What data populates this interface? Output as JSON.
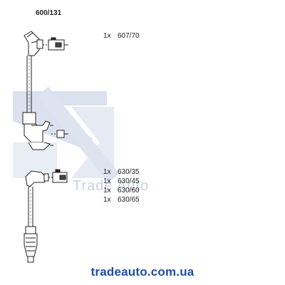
{
  "part_number": "600/131",
  "parts_group_1": [
    {
      "qty": "1x",
      "ref": "607/70"
    }
  ],
  "parts_group_2": [
    {
      "qty": "1x",
      "ref": "630/35"
    },
    {
      "qty": "1x",
      "ref": "630/45"
    },
    {
      "qty": "1x",
      "ref": "630/60"
    },
    {
      "qty": "1x",
      "ref": "630/65"
    }
  ],
  "watermark": {
    "text": "Trade Auto",
    "color": "#c9d2e4"
  },
  "footer": {
    "url": "tradeauto.com.ua",
    "color": "#1d4fa3"
  },
  "icons": [
    "ignition-lead-diagram",
    "spark-plug-connector-icon",
    "terminal-connector-icon",
    "watermark-logo-icon"
  ]
}
